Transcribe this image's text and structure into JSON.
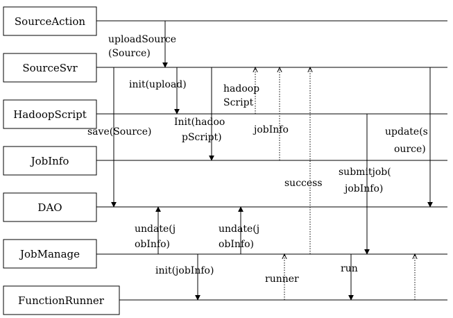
{
  "actors": [
    "SourceAction",
    "SourceSvr",
    "HadoopScript",
    "JobInfo",
    "DAO",
    "JobManage",
    "FunctionRunner"
  ],
  "messages": [
    {
      "lines": [
        "uploadSource",
        "(Source)"
      ],
      "style": "solid",
      "from": "SourceAction",
      "to": "SourceSvr"
    },
    {
      "lines": [
        "init(upload)"
      ],
      "style": "solid",
      "from": "SourceSvr",
      "to": "HadoopScript"
    },
    {
      "lines": [
        "hadoop",
        "Script"
      ],
      "style": "dotted",
      "from": "HadoopScript",
      "to": "SourceSvr"
    },
    {
      "lines": [
        "save(Source)"
      ],
      "style": "solid",
      "from": "SourceSvr",
      "to": "DAO"
    },
    {
      "lines": [
        "Init(hadoo",
        "pScript)"
      ],
      "style": "solid",
      "from": "SourceSvr",
      "to": "JobInfo"
    },
    {
      "lines": [
        "jobInfo"
      ],
      "style": "dotted",
      "from": "JobInfo",
      "to": "SourceSvr"
    },
    {
      "lines": [
        "success"
      ],
      "style": "dotted",
      "from": "JobManage",
      "to": "SourceSvr"
    },
    {
      "lines": [
        "update(s",
        "ource)"
      ],
      "style": "solid",
      "from": "SourceSvr",
      "to": "DAO"
    },
    {
      "lines": [
        "submitjob(",
        "jobInfo)"
      ],
      "style": "solid",
      "from": "HadoopScript",
      "to": "JobManage"
    },
    {
      "lines": [
        "undate(j",
        "obInfo)"
      ],
      "style": "solid",
      "from": "JobManage",
      "to": "DAO"
    },
    {
      "lines": [
        "undate(j",
        "obInfo)"
      ],
      "style": "solid",
      "from": "JobManage",
      "to": "DAO"
    },
    {
      "lines": [
        "init(jobInfo)"
      ],
      "style": "solid",
      "from": "JobManage",
      "to": "FunctionRunner"
    },
    {
      "lines": [
        "runner"
      ],
      "style": "dotted",
      "from": "FunctionRunner",
      "to": "JobManage"
    },
    {
      "lines": [
        "run"
      ],
      "style": "solid",
      "from": "JobManage",
      "to": "FunctionRunner"
    },
    {
      "lines": [],
      "style": "dotted",
      "from": "FunctionRunner",
      "to": "JobManage"
    }
  ]
}
